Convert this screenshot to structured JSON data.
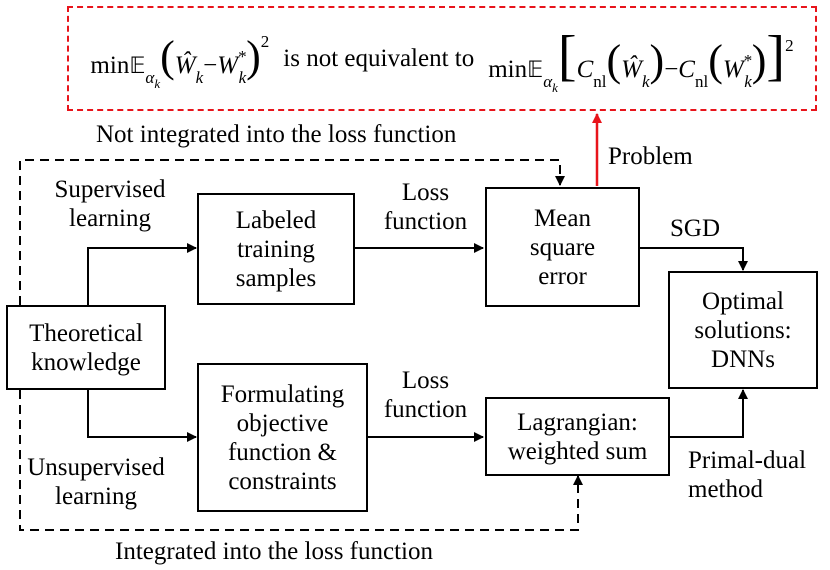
{
  "problem_box": {
    "min_word": "min",
    "expectation_symbol": "𝔼",
    "alpha": "α",
    "k": "k",
    "w_hat": "Ŵ",
    "w_star": "W",
    "star": "*",
    "minus": "−",
    "square": "2",
    "middle_text": "is not equivalent to",
    "c": "C",
    "nl": "nl"
  },
  "labels": {
    "top_dashed": "Not integrated into the loss function",
    "bottom_dashed": "Integrated into the loss function",
    "problem": "Problem",
    "supervised": "Supervised\nlearning",
    "unsupervised": "Unsupervised\nlearning",
    "loss_top": "Loss\nfunction",
    "loss_bottom": "Loss\nfunction",
    "sgd": "SGD",
    "primal_dual": "Primal-dual\nmethod"
  },
  "boxes": {
    "theoretical": "Theoretical\nknowledge",
    "labeled": "Labeled\ntraining\nsamples",
    "mse": "Mean\nsquare\nerror",
    "formulating": "Formulating\nobjective\nfunction &\nconstraints",
    "lagrangian": "Lagrangian:\nweighted sum",
    "optimal": "Optimal\nsolutions:\nDNNs"
  },
  "colors": {
    "problem_accent": "#e8141b",
    "line": "#000000"
  }
}
